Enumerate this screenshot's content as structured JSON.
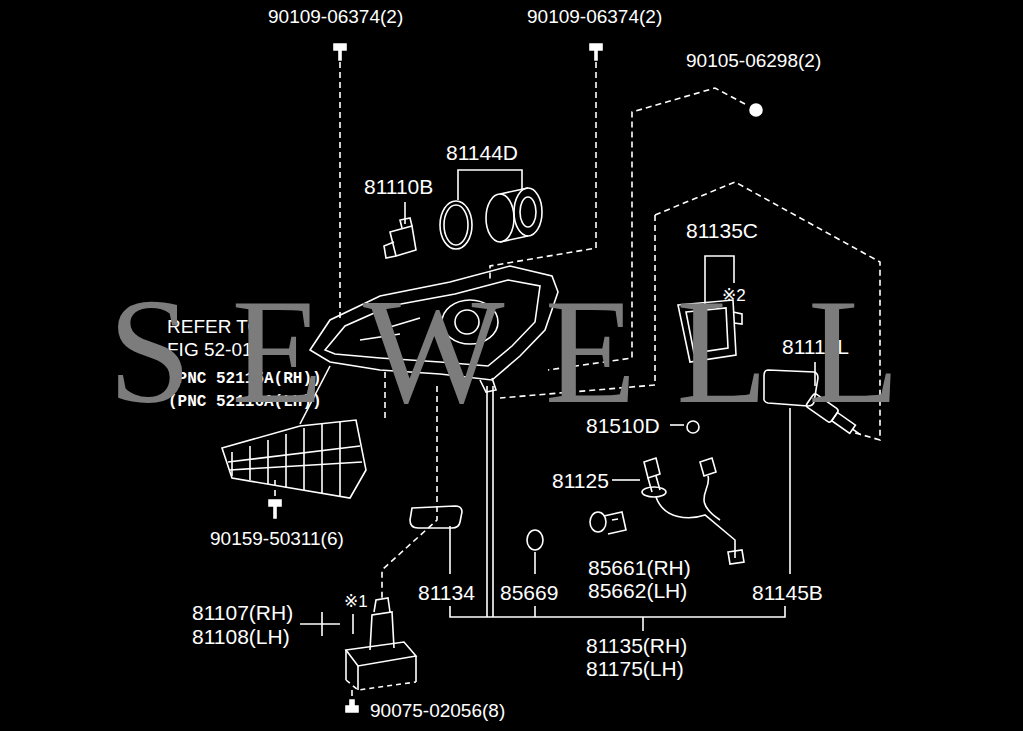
{
  "diagram": {
    "labels": [
      "90109-06374(2)",
      "90109-06374(2)",
      "90105-06298(2)",
      "81144D",
      "81110B",
      "81135C",
      "※2",
      "REFER TO FIG 52-01",
      "(PNC 52115A(RH))",
      "(PNC 52116A(LH))",
      "81110L",
      "81510D",
      "81125",
      "90159-50311(6)",
      "85661(RH)",
      "85662(LH)",
      "81134",
      "85669",
      "81145B",
      "81107(RH)",
      "81108(LH)",
      "※1",
      "81135(RH)",
      "81175(LH)",
      "90075-02056(8)",
      "SEWELL"
    ]
  }
}
